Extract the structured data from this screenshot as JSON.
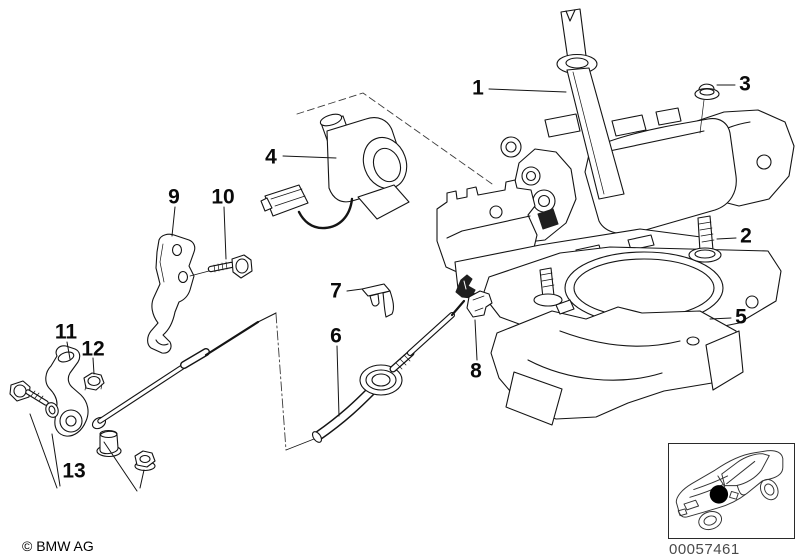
{
  "diagram": {
    "part_labels": [
      "1",
      "2",
      "3",
      "4",
      "5",
      "6",
      "7",
      "8",
      "9",
      "10",
      "11",
      "12",
      "13"
    ]
  },
  "footer": {
    "copyright": "© BMW AG",
    "diagram_number": "00057461"
  },
  "colors": {
    "background": "#ffffff",
    "line": "#141414",
    "location_dot": "#000000"
  },
  "icons": {
    "car_thumbnail": "car-location-indicator"
  }
}
